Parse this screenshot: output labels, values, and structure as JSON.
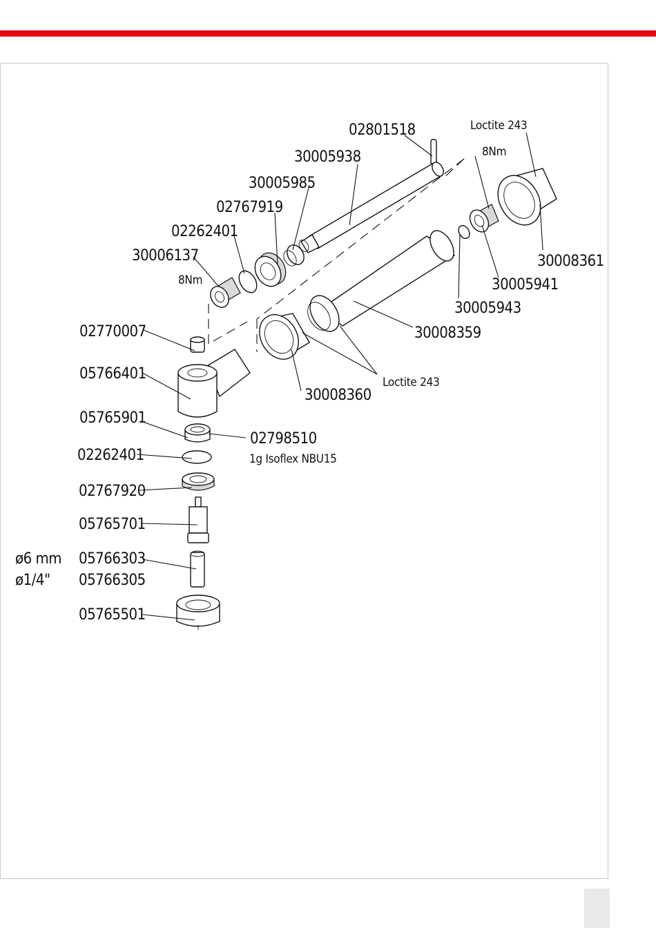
{
  "colors": {
    "accent_bar": "#e30613",
    "frame": "#c8c8c8",
    "page_tab": "#e9e9e9"
  },
  "labels": {
    "p02801518": "02801518",
    "p30005938": "30005938",
    "p30005985": "30005985",
    "p02767919": "02767919",
    "p02262401_top": "02262401",
    "p30006137": "30006137",
    "torque_top_left": "8Nm",
    "loctite_top": "Loctite 243",
    "torque_top_right": "8Nm",
    "p30008361": "30008361",
    "p30005941": "30005941",
    "p30005943": "30005943",
    "p30008359": "30008359",
    "loctite_mid": "Loctite 243",
    "p30008360": "30008360",
    "p02770007": "02770007",
    "p05766401": "05766401",
    "p05765901": "05765901",
    "p02798510": "02798510",
    "grease_note": "1g Isoflex NBU15",
    "p02262401_bottom": "02262401",
    "p02767920": "02767920",
    "p05765701": "05765701",
    "size_6mm": "ø6 mm",
    "size_quarter_inch": "ø1/4\"",
    "p05766303": "05766303",
    "p05766305": "05766305",
    "p05765501": "05765501"
  }
}
